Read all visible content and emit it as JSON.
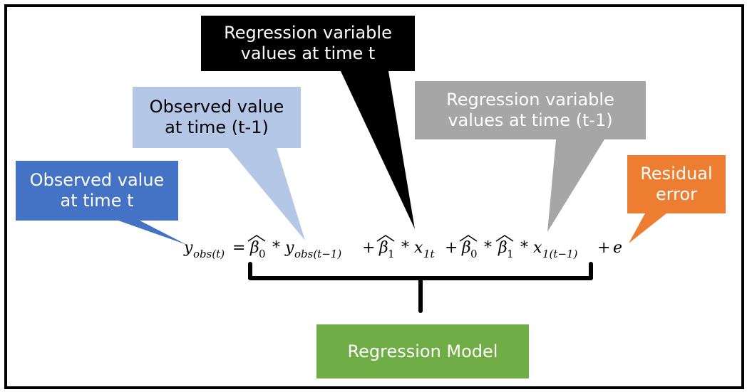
{
  "colors": {
    "observed_t": "#4472c4",
    "observed_t1": "#b4c7e7",
    "regression_t": "#000000",
    "regression_t1": "#a6a6a6",
    "residual": "#ed7d31",
    "model": "#70ad47"
  },
  "callouts": {
    "observed_t": "Observed value\nat time t",
    "observed_t1": "Observed value\nat time (t-1)",
    "regression_t": "Regression variable\nvalues at time t",
    "regression_t1": "Regression variable\nvalues at time (t-1)",
    "residual": "Residual\nerror"
  },
  "model_label": "Regression Model",
  "equation": {
    "lhs_var": "y",
    "lhs_sub": "obs(t)",
    "equals": "=",
    "beta0": "β",
    "beta0_sub": "0",
    "times": "*",
    "y_var": "y",
    "y_sub": "obs(t−1)",
    "plus": "+",
    "beta1": "β",
    "beta1_sub": "1",
    "x_var": "x",
    "x1t_sub": "1t",
    "x1t1_sub": "1(t−1)",
    "error": "e"
  }
}
